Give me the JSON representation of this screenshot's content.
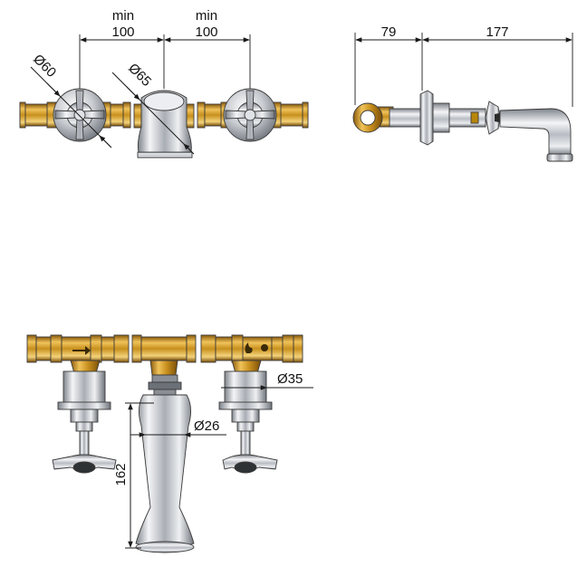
{
  "dimensions": {
    "top_left_min": "min",
    "top_left_100": "100",
    "top_right_min": "min",
    "top_right_100": "100",
    "dia_60": "Ø60",
    "dia_65": "Ø65",
    "side_79": "79",
    "side_177": "177",
    "dia_35": "Ø35",
    "dia_26": "Ø26",
    "height_162": "162"
  },
  "colors": {
    "brass": "#c8901e",
    "brass_light": "#f0c35a",
    "brass_dark": "#8a5a0c",
    "chrome": "#c9ccd1",
    "chrome_light": "#f4f5f7",
    "chrome_dark": "#7e838b",
    "line": "#1a1a1a"
  },
  "icons": [
    "flow-arrow-icon",
    "flame-icon"
  ]
}
